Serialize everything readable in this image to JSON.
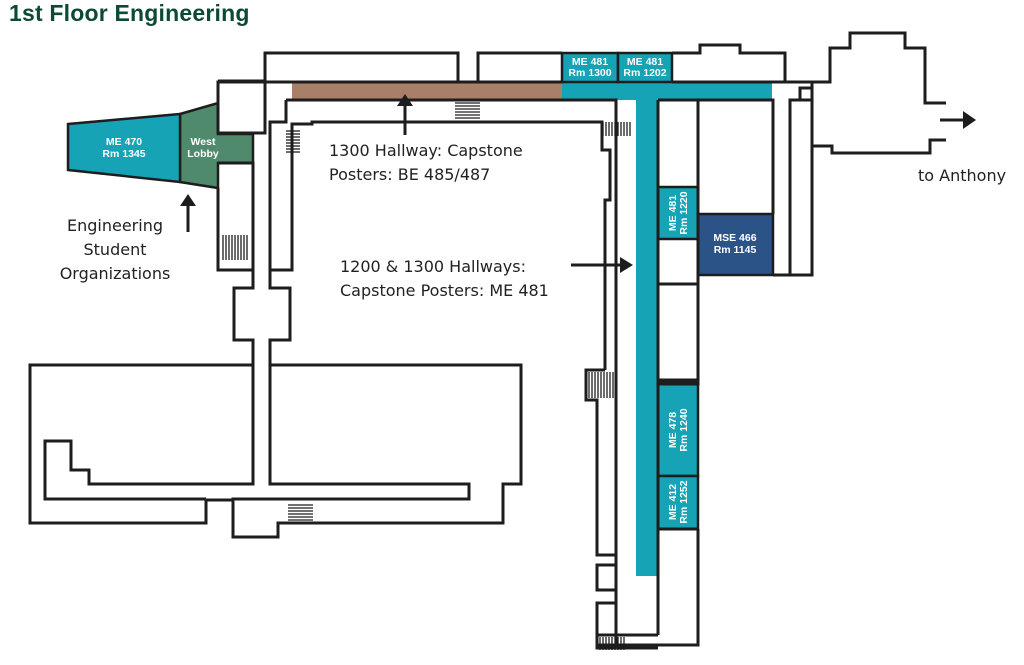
{
  "title": "1st Floor Engineering",
  "colors": {
    "title": "#0d4a35",
    "teal": "#15a3b5",
    "lobby_green": "#4f8a6d",
    "hallway_brown": "#a87f69",
    "mse_blue": "#2b5387",
    "wall": "#1d1d1d",
    "background": "#ffffff"
  },
  "rooms": [
    {
      "id": "me470",
      "line1": "ME 470",
      "line2": "Rm 1345",
      "color": "teal"
    },
    {
      "id": "west-lobby",
      "line1": "West",
      "line2": "Lobby",
      "color": "lobby_green"
    },
    {
      "id": "me481-1300",
      "line1": "ME 481",
      "line2": "Rm 1300",
      "color": "teal"
    },
    {
      "id": "me481-1202",
      "line1": "ME 481",
      "line2": "Rm 1202",
      "color": "teal"
    },
    {
      "id": "me481-1220",
      "line1": "ME 481",
      "line2": "Rm 1220",
      "color": "teal"
    },
    {
      "id": "mse466",
      "line1": "MSE 466",
      "line2": "Rm 1145",
      "color": "mse_blue"
    },
    {
      "id": "me478",
      "line1": "ME 478",
      "line2": "Rm 1240",
      "color": "teal"
    },
    {
      "id": "me412",
      "line1": "ME 412",
      "line2": "Rm 1252",
      "color": "teal"
    }
  ],
  "annotations": {
    "hallway_1300": {
      "line1": "1300 Hallway: Capstone",
      "line2": "Posters: BE 485/487"
    },
    "hallways_1200_1300": {
      "line1": "1200 & 1300 Hallways:",
      "line2": "Capstone Posters: ME 481"
    },
    "student_orgs": {
      "line1": "Engineering",
      "line2": "Student",
      "line3": "Organizations"
    },
    "to_anthony": "to Anthony"
  },
  "legend_icons": [
    "arrow-icon",
    "stairs-icon"
  ]
}
